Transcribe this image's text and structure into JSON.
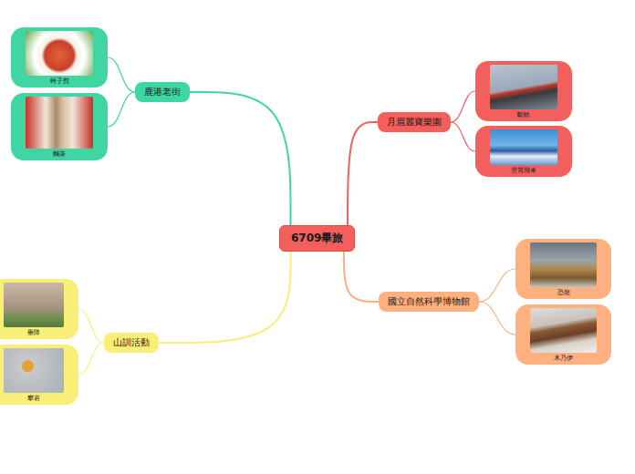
{
  "diagram": {
    "nodes": [
      {
        "text": [
          "6709畢旅"
        ]
      },
      {
        "text": [
          "鹿港老街"
        ]
      },
      {
        "text": [
          "蚵子煎"
        ]
      },
      {
        "text": [
          "麵茶"
        ]
      },
      {
        "text": [
          "月眉麗寶樂園"
        ]
      },
      {
        "text": [
          "斷軌"
        ]
      },
      {
        "text": [
          "雲霄飛車"
        ]
      },
      {
        "text": [
          "山訓活動"
        ]
      },
      {
        "text": [
          "垂降"
        ]
      },
      {
        "text": [
          "攀岩"
        ]
      },
      {
        "text": [
          "國立自然科學博物館"
        ]
      },
      {
        "text": [
          "恐龍"
        ]
      },
      {
        "text": [
          "木乃伊"
        ]
      }
    ],
    "edges": [
      {
        "from": 0,
        "to": 1,
        "arrow": "none"
      },
      {
        "from": 1,
        "to": 2,
        "arrow": "none"
      },
      {
        "from": 1,
        "to": 3,
        "arrow": "none"
      },
      {
        "from": 0,
        "to": 4,
        "arrow": "none"
      },
      {
        "from": 4,
        "to": 5,
        "arrow": "none"
      },
      {
        "from": 4,
        "to": 6,
        "arrow": "none"
      },
      {
        "from": 0,
        "to": 7,
        "arrow": "none"
      },
      {
        "from": 7,
        "to": 8,
        "arrow": "none"
      },
      {
        "from": 7,
        "to": 9,
        "arrow": "none"
      },
      {
        "from": 0,
        "to": 10,
        "arrow": "none"
      },
      {
        "from": 10,
        "to": 11,
        "arrow": "none"
      },
      {
        "from": 10,
        "to": 12,
        "arrow": "none"
      }
    ]
  }
}
